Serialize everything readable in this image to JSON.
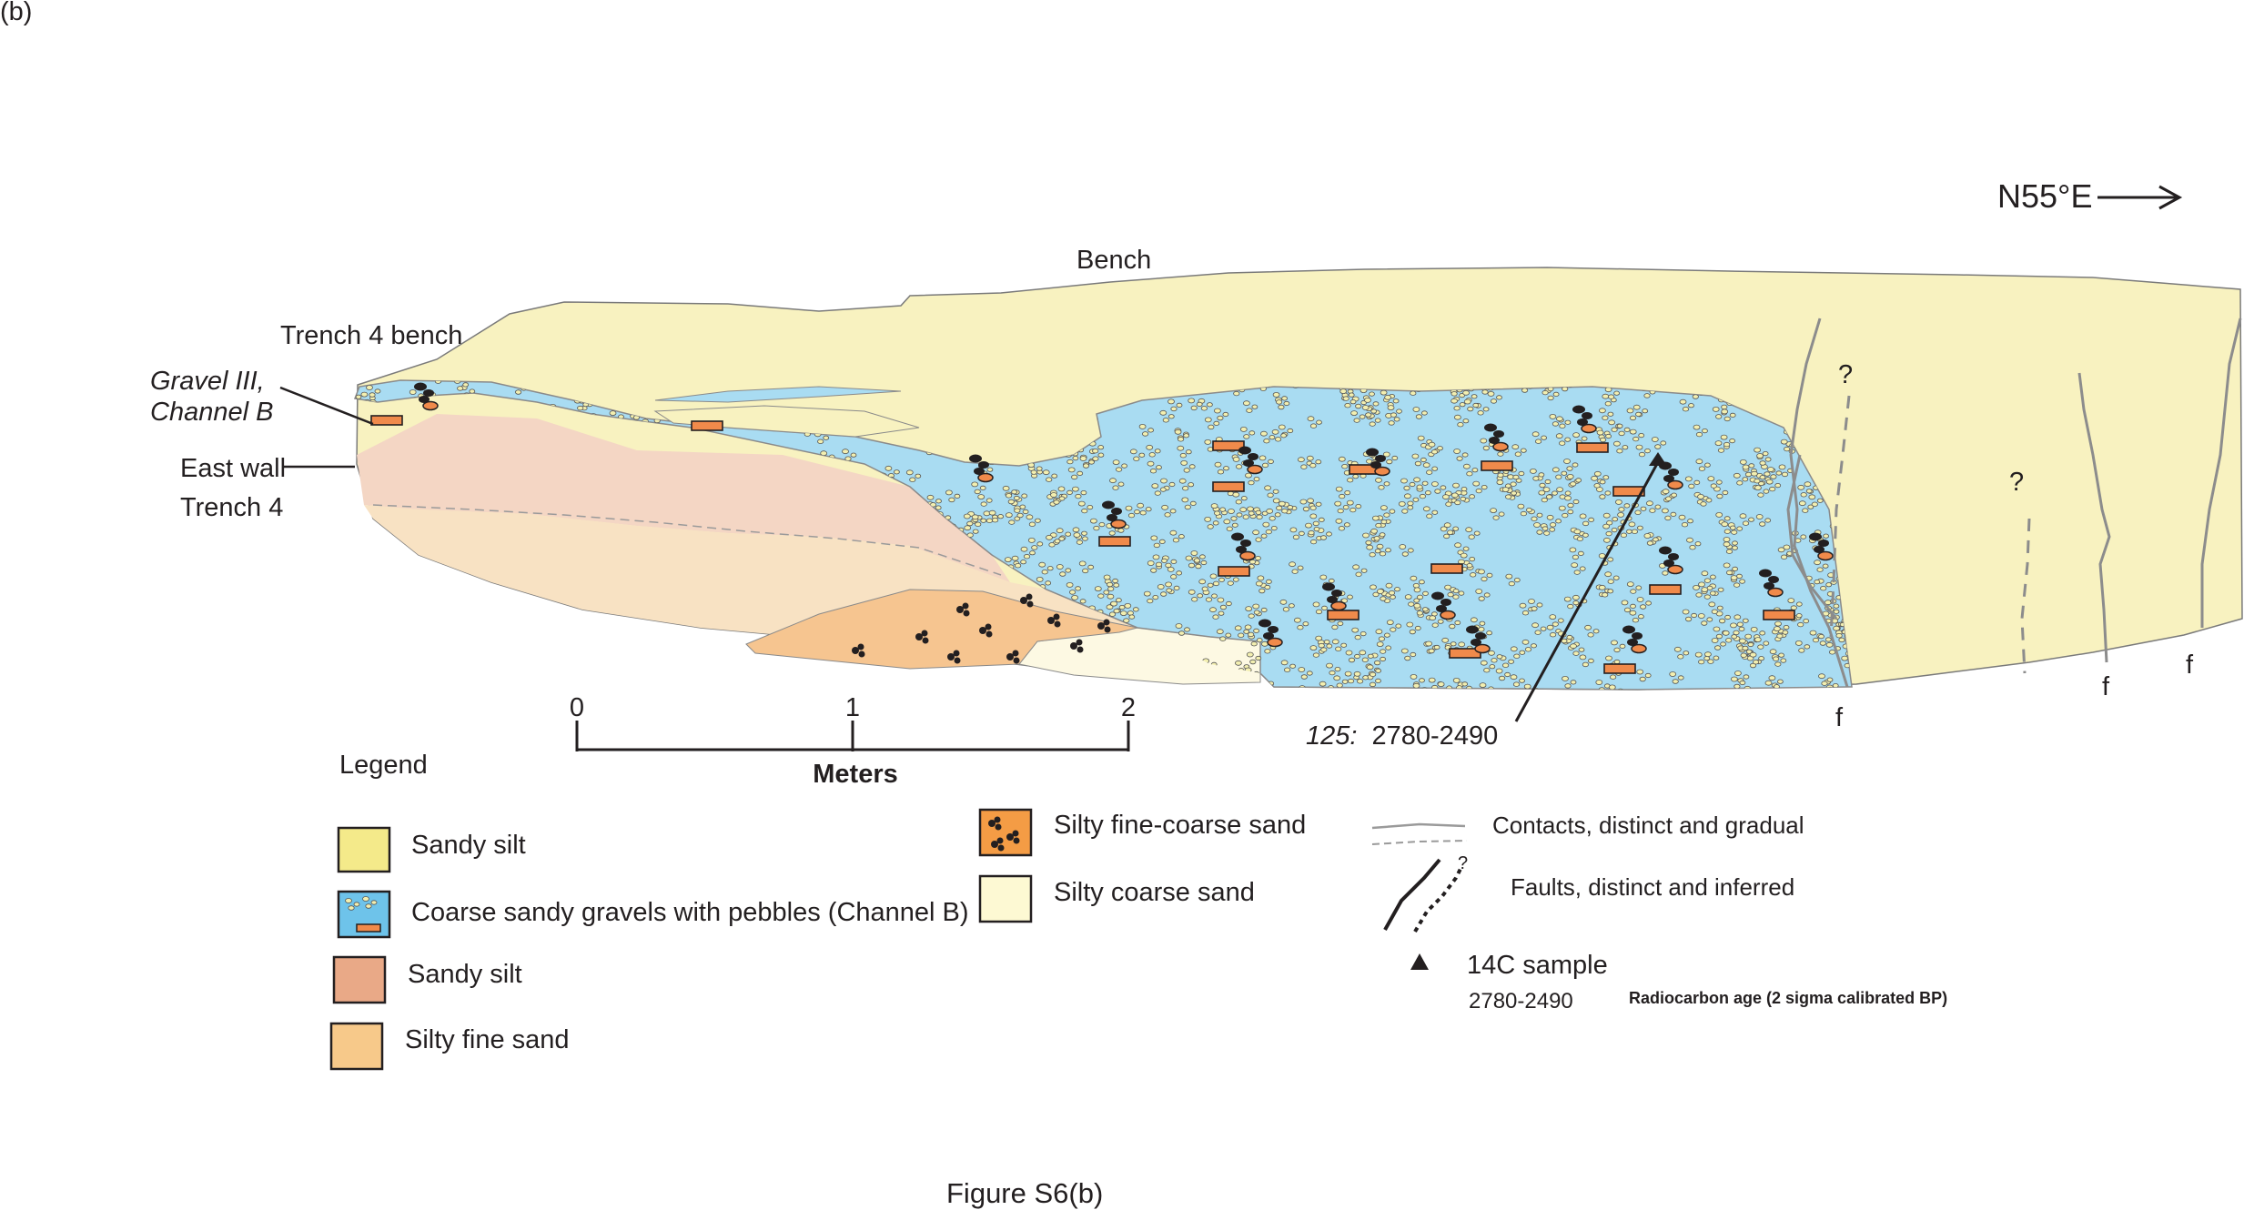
{
  "panel_label": "(b)",
  "direction": "N55°E",
  "labels": {
    "bench": "Bench",
    "trench_bench": "Trench 4 bench",
    "gravel_line1": "Gravel III,",
    "gravel_line2": "Channel B",
    "east_wall_line1": "East wall",
    "east_wall_line2": "Trench 4",
    "sample_id": "125:",
    "sample_age": "2780-2490",
    "fault_marks": [
      "f",
      "f",
      "f"
    ],
    "question_marks": [
      "?",
      "?"
    ]
  },
  "scale_bar": {
    "ticks": [
      "0",
      "1",
      "2"
    ],
    "unit": "Meters"
  },
  "legend": {
    "title": "Legend",
    "items": [
      {
        "label": "Sandy silt",
        "color": "#f4ea8a"
      },
      {
        "label": "Coarse sandy gravels with pebbles (Channel B)",
        "color": "#6ec3ea"
      },
      {
        "label": "Sandy silt",
        "color": "#e9a987"
      },
      {
        "label": "Silty fine sand",
        "color": "#f7c98a"
      },
      {
        "label": "Silty fine-coarse sand",
        "color": "#f49c45"
      },
      {
        "label": "Silty coarse sand",
        "color": "#fdf9d3"
      }
    ],
    "contacts": "Contacts, distinct and gradual",
    "faults": "Faults, distinct and inferred",
    "fault_q": "?",
    "sample_label": "14C sample",
    "sample_age_example": "2780-2490",
    "sample_age_note": "Radiocarbon age  (2 sigma calibrated BP)"
  },
  "caption": "Figure S6(b)",
  "colors": {
    "sandy_silt_unit": "#f8f2c0",
    "gravel_unit": "#a9dcf2",
    "sandy_silt_pink": "#f4d6c4",
    "silty_fine_sand": "#f8e2c3",
    "fine_coarse_sand": "#f6c590",
    "coarse_sand": "#fdf9e3",
    "pebble": "#f08a4b"
  }
}
